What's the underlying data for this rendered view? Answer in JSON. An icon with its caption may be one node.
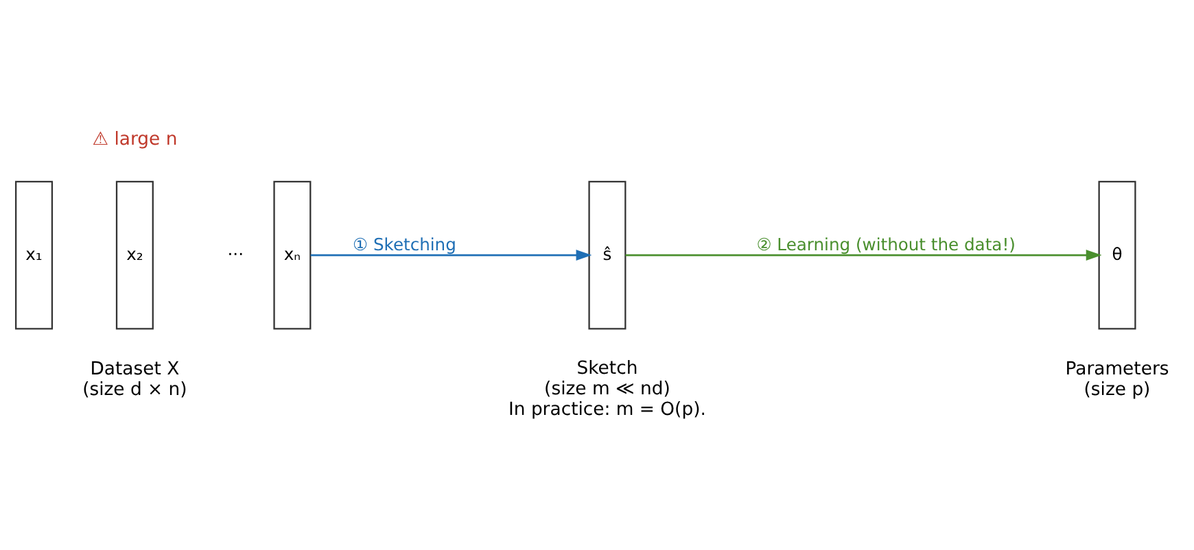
{
  "diagram": {
    "nodes": [
      {
        "text": [
          "x₁"
        ]
      },
      {
        "text": [
          "x₂"
        ]
      },
      {
        "text": [
          "xₙ"
        ]
      },
      {
        "text": [
          "ŝ"
        ],
        "beside": [
          "Sketch",
          "(size m ≪ nd)",
          "In practice: m = O(p)."
        ]
      },
      {
        "text": [
          "θ"
        ],
        "beside": [
          "Parameters",
          "(size p)"
        ]
      }
    ],
    "edges": [
      {
        "from": 2,
        "to": 3,
        "arrow": "to",
        "label": "① Sketching",
        "color": "#1f6fb5"
      },
      {
        "from": 3,
        "to": 4,
        "arrow": "to",
        "label": "② Learning (without the data!)",
        "color": "#4a8f2e"
      }
    ],
    "labels": [
      "⚠ large n",
      "···",
      "Dataset X",
      "(size d × n)"
    ]
  }
}
